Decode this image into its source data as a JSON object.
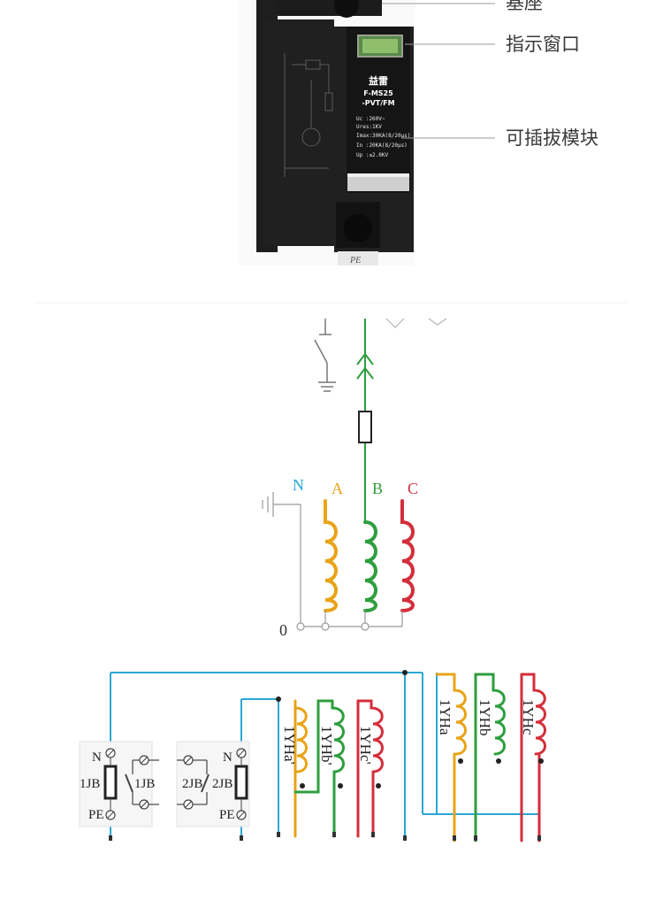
{
  "callouts": {
    "base": "基座",
    "window": "指示窗口",
    "module": "可插拔模块"
  },
  "device": {
    "brand": "益雷",
    "model_line1": "F-MS25",
    "model_line2": "-PVT/FM",
    "specs": [
      "Uc  :260V~",
      "Ures:1KV",
      "Imax:30KA(8/20μs)",
      "In  :20KA(8/20μs)",
      "Up  :≤2.0KV"
    ],
    "pe": "PE"
  },
  "transformer": {
    "phases": [
      "A",
      "B",
      "C"
    ],
    "neutral": "N",
    "zero": "0",
    "colors": {
      "A": "#e8a317",
      "B": "#2e9e3e",
      "C": "#d42e3b",
      "N": "#2aa7d6",
      "line": "#999999"
    }
  },
  "relay": {
    "n_label": "N",
    "pe_label": "PE",
    "jb1": "1JB",
    "jb2": "2JB",
    "coils_left": [
      "1YHa'",
      "1YHb'",
      "1YHc'"
    ],
    "coils_right": [
      "1YHa",
      "1YHb",
      "1YHc"
    ],
    "colors": {
      "cyan": "#2aa7d6",
      "yellow": "#e8a317",
      "green": "#2e9e3e",
      "red": "#d42e3b"
    }
  }
}
